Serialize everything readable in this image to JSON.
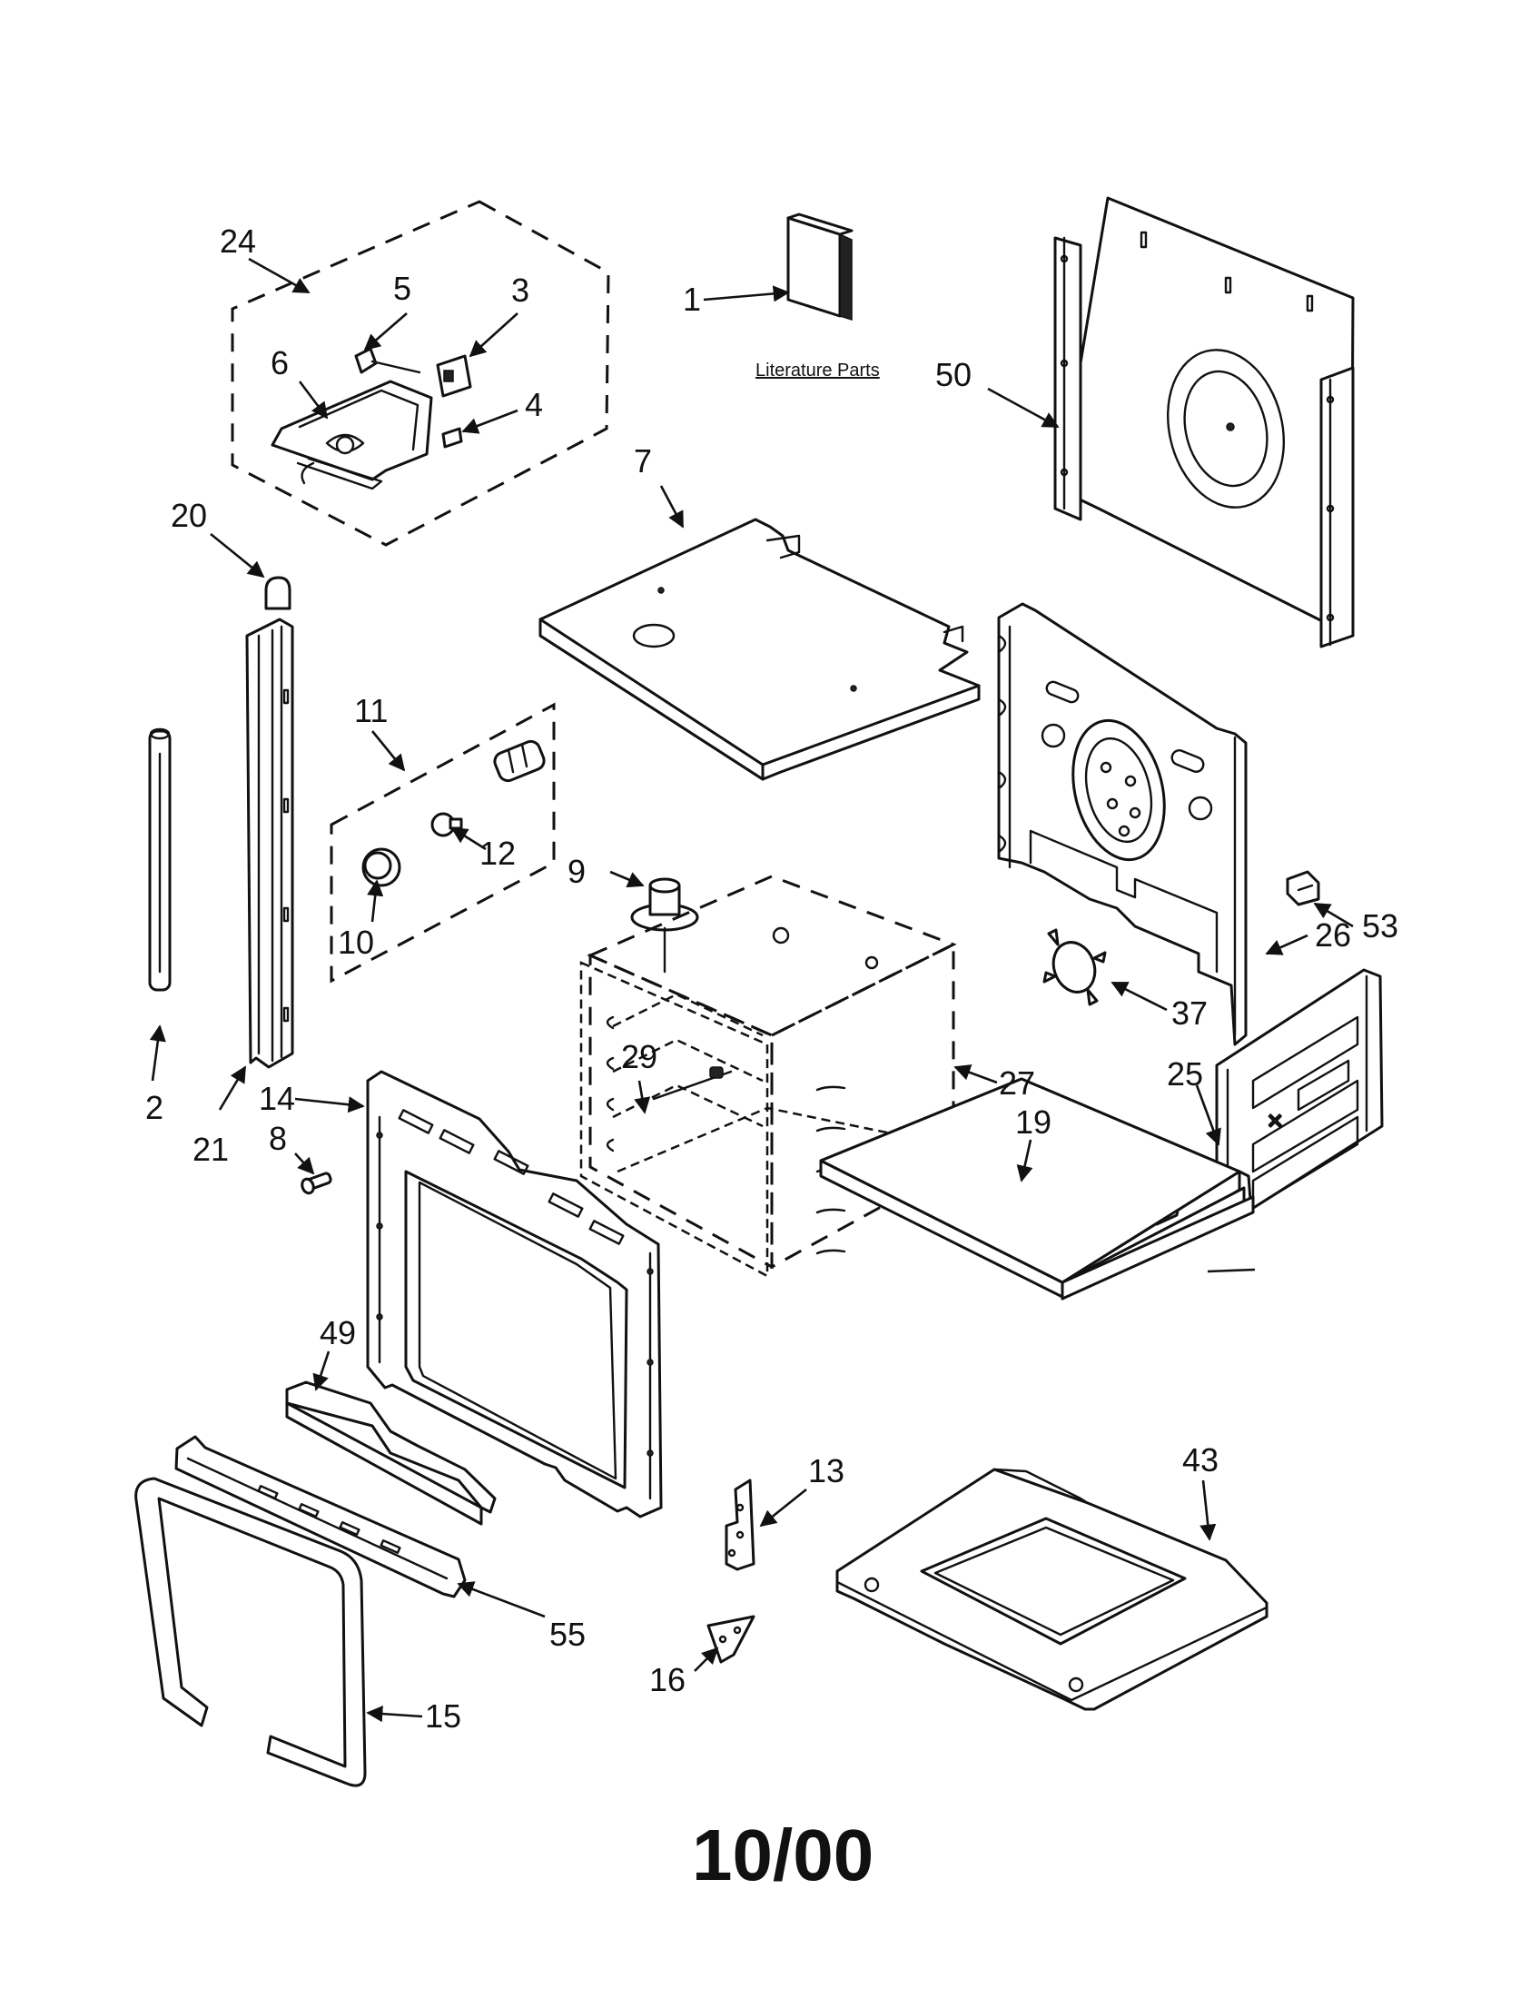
{
  "literature_caption": "Literature Parts",
  "date_code": "10/00",
  "callouts": {
    "c1": "1",
    "c2": "2",
    "c3": "3",
    "c4": "4",
    "c5": "5",
    "c6": "6",
    "c7": "7",
    "c8": "8",
    "c9": "9",
    "c10": "10",
    "c11": "11",
    "c12": "12",
    "c13": "13",
    "c14": "14",
    "c15": "15",
    "c16": "16",
    "c19": "19",
    "c20": "20",
    "c21": "21",
    "c24": "24",
    "c25": "25",
    "c26": "26",
    "c27": "27",
    "c29": "29",
    "c37": "37",
    "c43": "43",
    "c49": "49",
    "c50": "50",
    "c53": "53",
    "c55": "55"
  }
}
